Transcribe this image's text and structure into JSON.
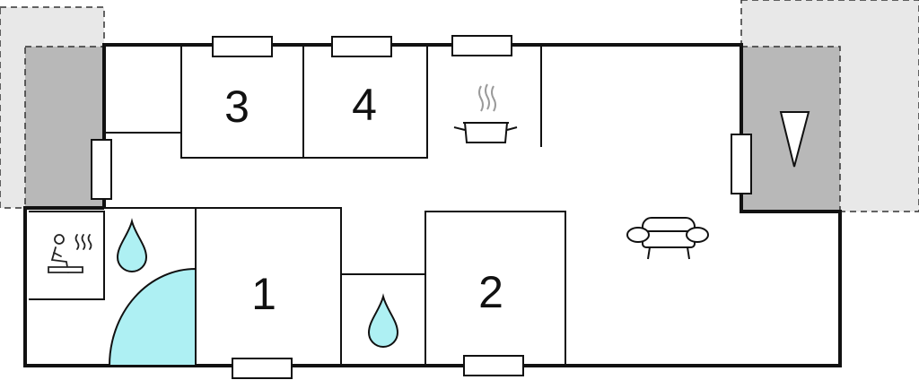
{
  "colors": {
    "wall": "#111111",
    "terrace_light": "#e8e8e8",
    "terrace_dark": "#b8b8b8",
    "water": "#aef0f3",
    "icon_gray": "#9a9a9a"
  },
  "rooms": [
    {
      "label": "1"
    },
    {
      "label": "2"
    },
    {
      "label": "3"
    },
    {
      "label": "4"
    }
  ],
  "icons": [
    "sauna-icon",
    "water-drop-icon",
    "water-drop-icon",
    "cooking-pot-icon",
    "sofa-icon",
    "compass-icon"
  ]
}
